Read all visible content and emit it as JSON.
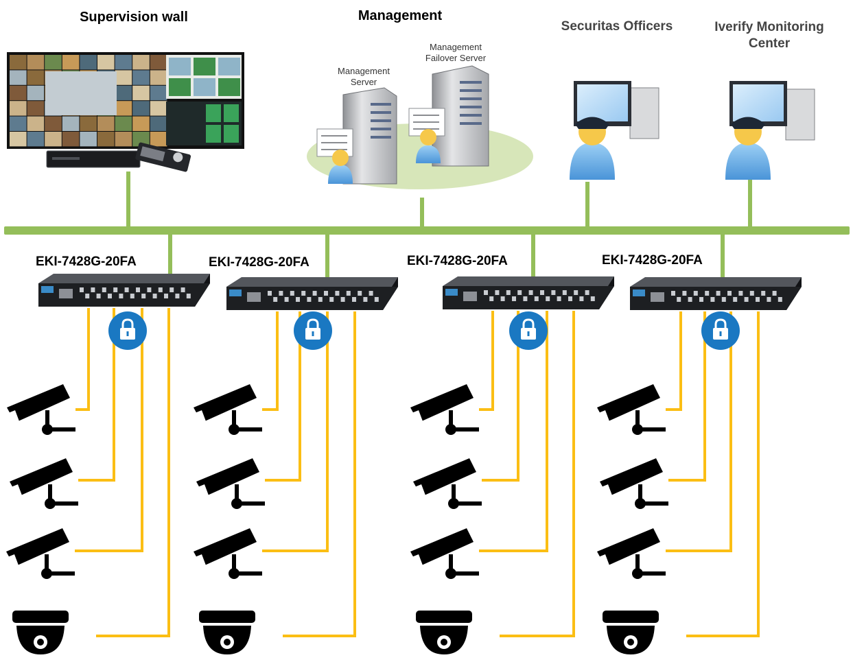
{
  "titles": {
    "supervision": "Supervision wall",
    "management": "Management",
    "securitas": "Securitas Officers",
    "iverify_line1": "Iverify Monitoring",
    "iverify_line2": "Center"
  },
  "servers": {
    "primary_line1": "Management",
    "primary_line2": "Server",
    "failover_line1": "Management",
    "failover_line2": "Failover Server"
  },
  "switches": [
    {
      "label": "EKI-7428G-20FA"
    },
    {
      "label": "EKI-7428G-20FA"
    },
    {
      "label": "EKI-7428G-20FA"
    },
    {
      "label": "EKI-7428G-20FA"
    }
  ],
  "colors": {
    "backbone": "#94be5a",
    "poe_line": "#fbbe14",
    "lock_badge": "#1a78c2",
    "switch_body": "#1d1f22",
    "switch_face": "#3a8bc8",
    "person_blue": "#6fb2e8",
    "person_face": "#f6c84a",
    "officer_cap": "#1d2735",
    "server_gray": "#c8c9cc",
    "mgmt_zone": "#d7e6b9"
  },
  "icons": {
    "lock": "padlock-icon",
    "bullet_camera": "bullet-camera-icon",
    "dome_camera": "dome-camera-icon",
    "person": "person-icon"
  }
}
